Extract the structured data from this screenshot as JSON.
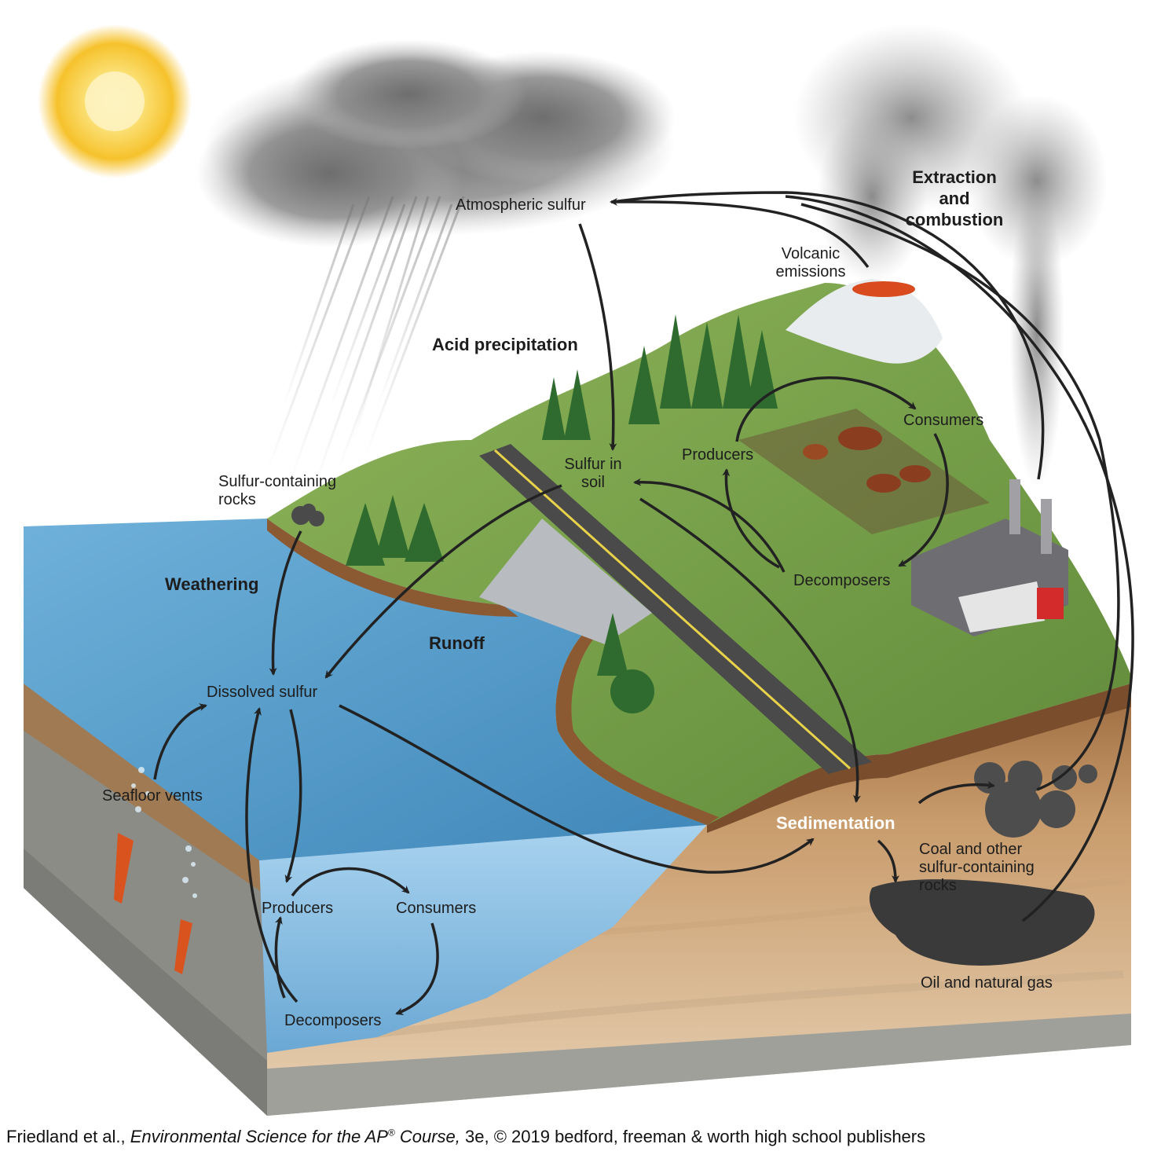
{
  "labels": {
    "atmospheric_sulfur": "Atmospheric sulfur",
    "extraction_and_combustion": "Extraction\nand\ncombustion",
    "volcanic_emissions": "Volcanic\nemissions",
    "acid_precipitation": "Acid precipitation",
    "sulfur_in_soil": "Sulfur in\nsoil",
    "producers_land": "Producers",
    "consumers_land": "Consumers",
    "decomposers_land": "Decomposers",
    "sulfur_containing_rocks": "Sulfur-containing\nrocks",
    "weathering": "Weathering",
    "runoff": "Runoff",
    "dissolved_sulfur": "Dissolved sulfur",
    "seafloor_vents": "Seafloor vents",
    "producers_ocean": "Producers",
    "consumers_ocean": "Consumers",
    "decomposers_ocean": "Decomposers",
    "sedimentation": "Sedimentation",
    "coal_rocks": "Coal and other\nsulfur-containing\nrocks",
    "oil_and_gas": "Oil and natural gas"
  },
  "credit": {
    "authors": "Friedland et al., ",
    "book_title": "Environmental Science for the AP",
    "reg_mark": "®",
    "book_title_end": " Course,",
    "rest": " 3e, © 2019 bedford, freeman & worth high school publishers"
  },
  "colors": {
    "ocean": "#4f95c4",
    "ocean_light": "#a8d0ec",
    "grass": "#7ca04c",
    "soil": "#8b5a33",
    "sediment": "#d8bc98",
    "bedrock": "#a9aaa3",
    "arrow": "#222222",
    "sun": "#f7c531"
  }
}
